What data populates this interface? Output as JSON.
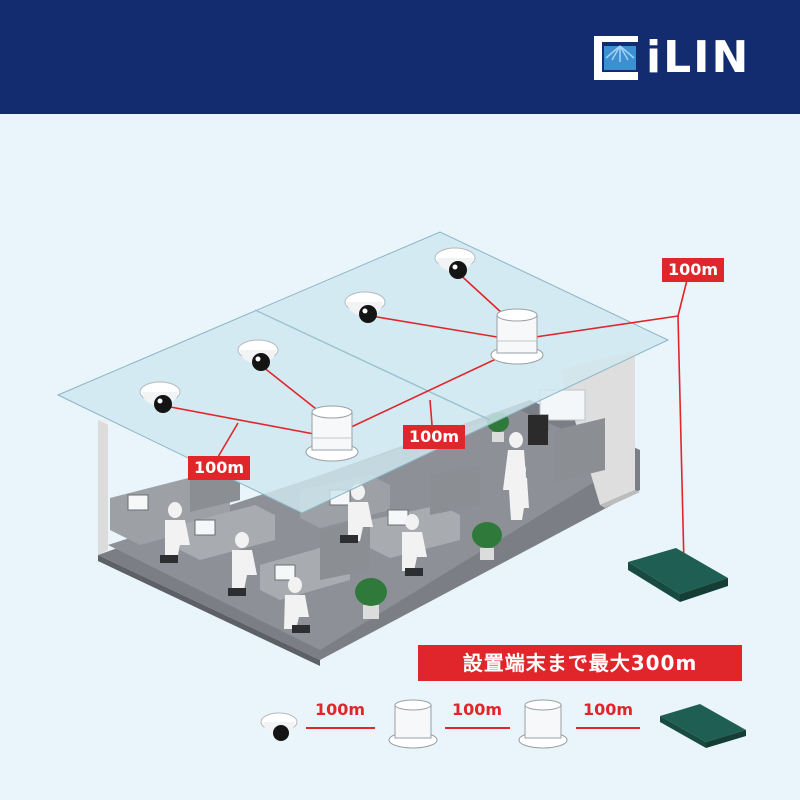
{
  "brand": {
    "name": "iLIN"
  },
  "labels": {
    "distance_a": "100m",
    "distance_b": "100m",
    "distance_c": "100m"
  },
  "caption": "設置端末まで最大300m",
  "legend": {
    "seg1": "100m",
    "seg2": "100m",
    "seg3": "100m"
  },
  "colors": {
    "header": "#132b6f",
    "accent": "#e0262a",
    "ceiling": "#cfe8ef",
    "switch": "#1f5e52"
  }
}
